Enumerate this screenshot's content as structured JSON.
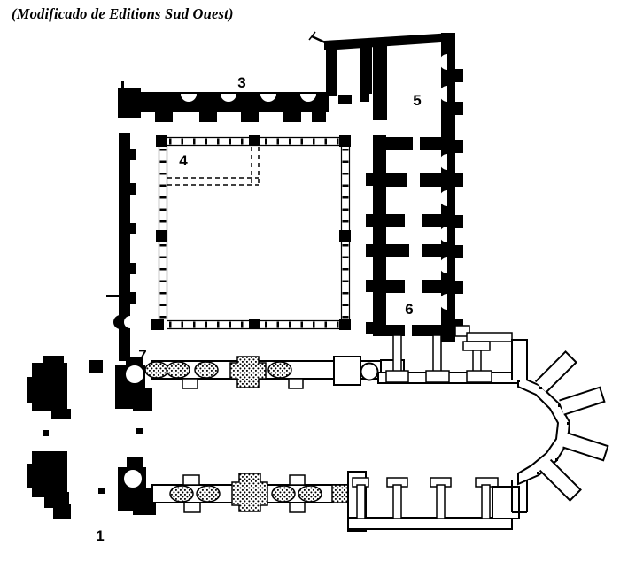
{
  "caption": "(Modificado de Editions Sud Ouest)",
  "plan": {
    "labels": {
      "l1": "1",
      "l3": "3",
      "l4": "4",
      "l5": "5",
      "l6": "6",
      "l7": "7"
    }
  },
  "colors": {
    "ink": "#000000",
    "paper": "#ffffff"
  }
}
